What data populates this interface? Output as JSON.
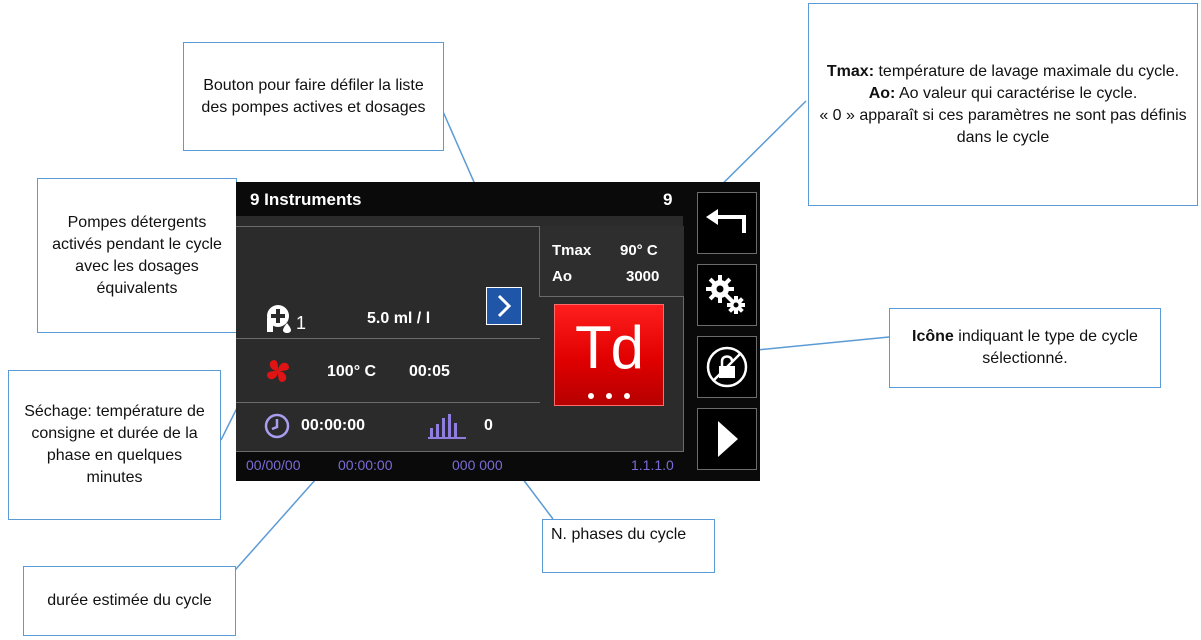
{
  "callouts": {
    "bouton": "Bouton pour faire défiler la liste des pompes actives et dosages",
    "tmax_label": "Tmax:",
    "tmax_text": " température de lavage maximale du cycle.",
    "ao_label": "Ao:",
    "ao_text": " Ao valeur qui caractérise le cycle.",
    "zero_text": "« 0 » apparaît si ces paramètres ne sont pas définis dans le cycle",
    "pompes": "Pompes détergents activés pendant le cycle avec les dosages équivalents",
    "icone_label": "Icône",
    "icone_text": " indiquant le type de cycle sélectionné.",
    "sechage": "Séchage: température de consigne et durée de la phase en quelques minutes",
    "phases": "N. phases du cycle",
    "duree": "durée estimée du cycle"
  },
  "screen": {
    "title": "9 Instruments",
    "cycle_number": "9",
    "tmax_key": "Tmax",
    "tmax_value": "90° C",
    "ao_key": "Ao",
    "ao_value": "3000",
    "pump_index": "1",
    "pump_dose": "5.0 ml / l",
    "dry_temp": "100° C",
    "dry_time": "00:05",
    "cycle_duration": "00:00:00",
    "phase_count": "0",
    "cycle_type": "Td",
    "status_date": "00/00/00",
    "status_time": "00:00:00",
    "status_counter": "000 000",
    "firmware_version": "1.1.1.0"
  },
  "colors": {
    "callout_border": "#5b9bd5",
    "screen_bg": "#0a0a0a",
    "panel_bg": "#2b2b2b",
    "cycle_icon_red": "#e00000",
    "next_button_blue": "#1f56a8",
    "accent_violet": "#7a6cd6",
    "dry_icon_red": "#e01414"
  },
  "icons": {
    "back": "return-arrow-icon",
    "settings": "gears-icon",
    "lock": "lock-disabled-icon",
    "start": "play-icon",
    "pump": "pump-drop-icon",
    "dry": "fan-icon",
    "clock": "clock-icon",
    "phases": "bar-chart-icon",
    "next": "chevron-right-icon"
  }
}
